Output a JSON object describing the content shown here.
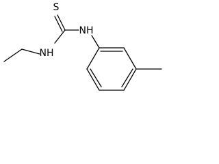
{
  "molecule": {
    "atoms": {
      "sulfur": "S",
      "nh_left": "NH",
      "nh_right": "NH"
    }
  }
}
